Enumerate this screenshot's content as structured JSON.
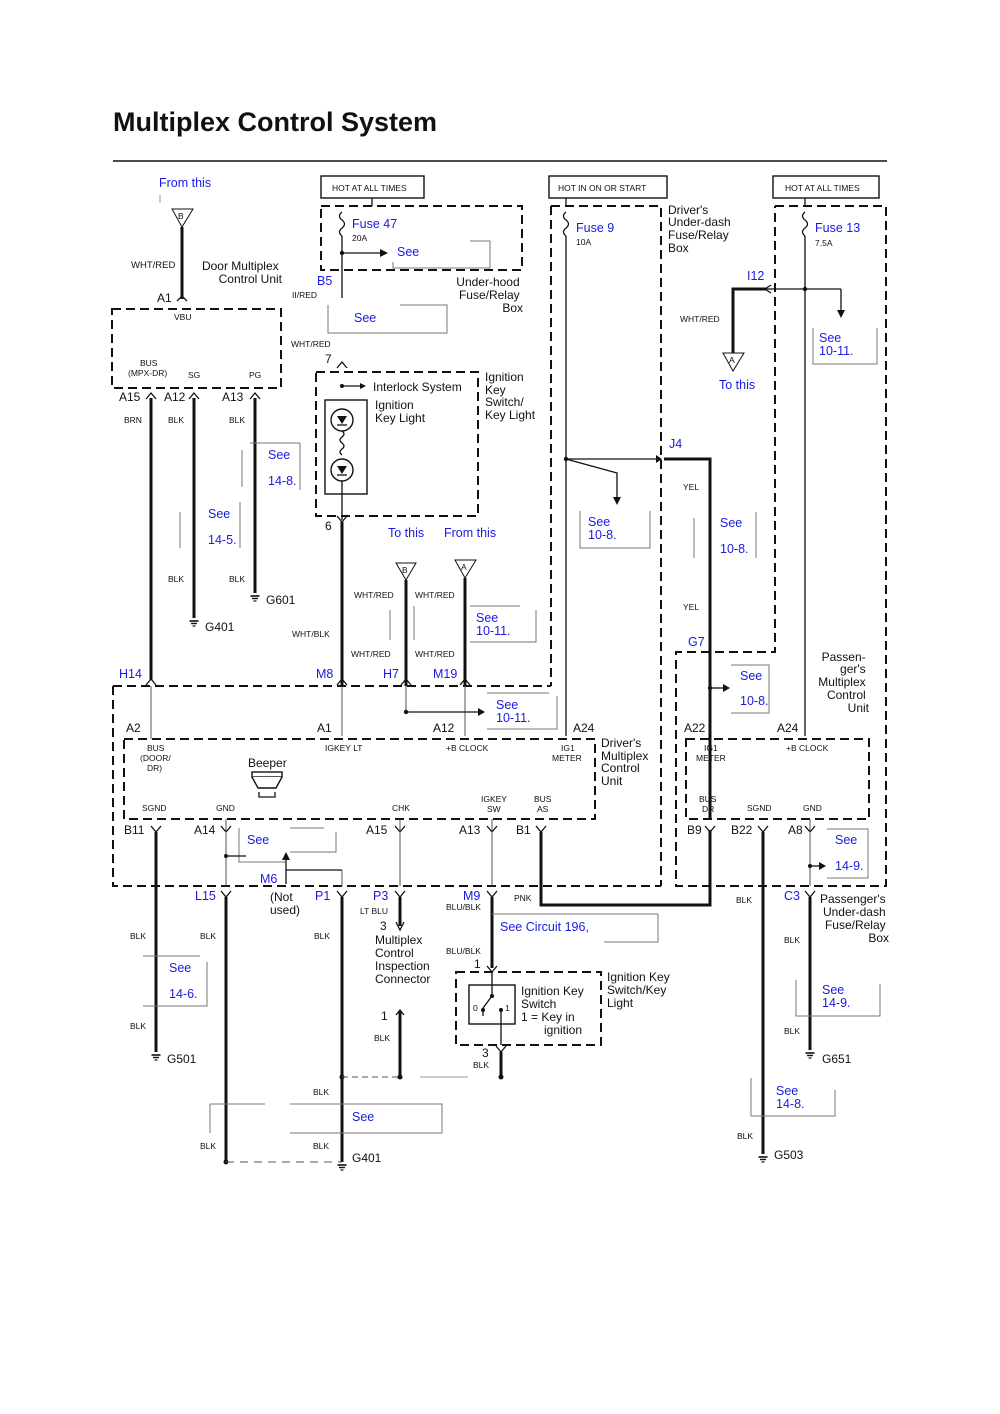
{
  "title": "Multiplex Control System",
  "hdr": {
    "hot_all_1": "HOT AT ALL TIMES",
    "hot_on_start": "HOT IN ON OR START",
    "hot_all_2": "HOT AT ALL TIMES"
  },
  "fuse": {
    "f47": "Fuse 47",
    "f47_amp": "20A",
    "f9": "Fuse 9",
    "f9_amp": "10A",
    "f13": "Fuse 13",
    "f13_amp": "7.5A"
  },
  "box": {
    "under_hood": [
      "Under-hood",
      "Fuse/Relay",
      "Box"
    ],
    "drv_underdash": [
      "Driver's",
      "Under-dash",
      "Fuse/Relay",
      "Box"
    ],
    "door_mcu": [
      "Door Multiplex",
      "Control Unit"
    ],
    "ign_key_sw_light": [
      "Ignition",
      "Key",
      "Switch/",
      "Key Light"
    ],
    "interlock": "Interlock System",
    "ign_key_light": [
      "Ignition",
      "Key Light"
    ],
    "drv_mcu": [
      "Driver's",
      "Multiplex",
      "Control",
      "Unit"
    ],
    "pass_mcu": [
      "Passen-",
      "ger's",
      "Multiplex",
      "Control",
      "Unit"
    ],
    "pass_underdash": [
      "Passenger's",
      "Under-dash",
      "Fuse/Relay",
      "Box"
    ],
    "beeper": "Beeper",
    "mici": [
      "Multiplex",
      "Control",
      "Inspection",
      "Connector"
    ],
    "iks_light": [
      "Ignition Key",
      "Switch/Key",
      "Light"
    ],
    "iks": [
      "Ignition Key",
      "Switch",
      "1 =  Key in",
      "ignition"
    ],
    "not_used": [
      "(Not",
      "used)"
    ]
  },
  "nav": {
    "from_this_1": "From this",
    "to_this_1": "To this",
    "from_this_2": "From this",
    "to_this_2": "To this",
    "see": "See",
    "see_circuit": "See Circuit 196,",
    "ref_14_8a": "14-8.",
    "ref_14_5": "14-5.",
    "ref_10_8a": "10-8.",
    "ref_10_8b": "10-8.",
    "ref_10_8c": "10-8.",
    "ref_10_11a": "10-11.",
    "ref_10_11b": "10-11.",
    "ref_10_11c": "10-11.",
    "ref_14_9a": "14-9.",
    "ref_14_9b": "14-9.",
    "ref_14_6": "14-6.",
    "ref_14_8b": "14-8."
  },
  "conn": {
    "A1a": "A1",
    "B5": "B5",
    "I12": "I12",
    "J4": "J4",
    "G7": "G7",
    "H14": "H14",
    "M8": "M8",
    "H7": "H7",
    "M19": "M19",
    "A2": "A2",
    "A1b": "A1",
    "A12b": "A12",
    "A24a": "A24",
    "A22": "A22",
    "A24b": "A24",
    "A15": "A15",
    "A12": "A12",
    "A13": "A13",
    "B11": "B11",
    "A14": "A14",
    "A15b": "A15",
    "A13b": "A13",
    "B1": "B1",
    "B9": "B9",
    "B22": "B22",
    "A8": "A8",
    "L15": "L15",
    "M6": "M6",
    "P1": "P1",
    "P3": "P3",
    "M9": "M9",
    "C3": "C3",
    "pin7": "7",
    "pin6": "6",
    "pin3a": "3",
    "pin1a": "1",
    "pin1b": "1",
    "pin3b": "3"
  },
  "term": {
    "vbu": "VBU",
    "bus_mpx": [
      "BUS",
      "(MPX-DR)"
    ],
    "sg": "SG",
    "pg": "PG",
    "bus_door": [
      "BUS",
      "(DOOR/",
      "DR)"
    ],
    "igkey_lt": "IGKEY LT",
    "bclock": "+B CLOCK",
    "ig1_meter_a": [
      "IG1",
      "METER"
    ],
    "ig1_meter_b": [
      "IG1",
      "METER"
    ],
    "bclock_b": "+B CLOCK",
    "sgnd": "SGND",
    "gnd": "GND",
    "chk": "CHK",
    "igkey_sw": [
      "IGKEY",
      "SW"
    ],
    "bus_as": [
      "BUS",
      "AS"
    ],
    "bus_dr": [
      "BUS",
      "DR"
    ],
    "sgnd_b": "SGND",
    "gnd_b": "GND"
  },
  "wire": {
    "wht_red": "WHT/RED",
    "brn": "BRN",
    "blk": "BLK",
    "yel": "YEL",
    "pnk": "PNK",
    "wht_blk": "WHT/BLK",
    "lt_blu": "LT BLU",
    "blu_blk": "BLU/BLK",
    "ii_red": "II/RED"
  },
  "ground": {
    "g401a": "G401",
    "g601": "G601",
    "g501": "G501",
    "g401b": "G401",
    "g651": "G651",
    "g503": "G503"
  },
  "switch": {
    "pos0": "0",
    "pos1": "1"
  },
  "badge": {
    "A": "A",
    "B": "B"
  }
}
